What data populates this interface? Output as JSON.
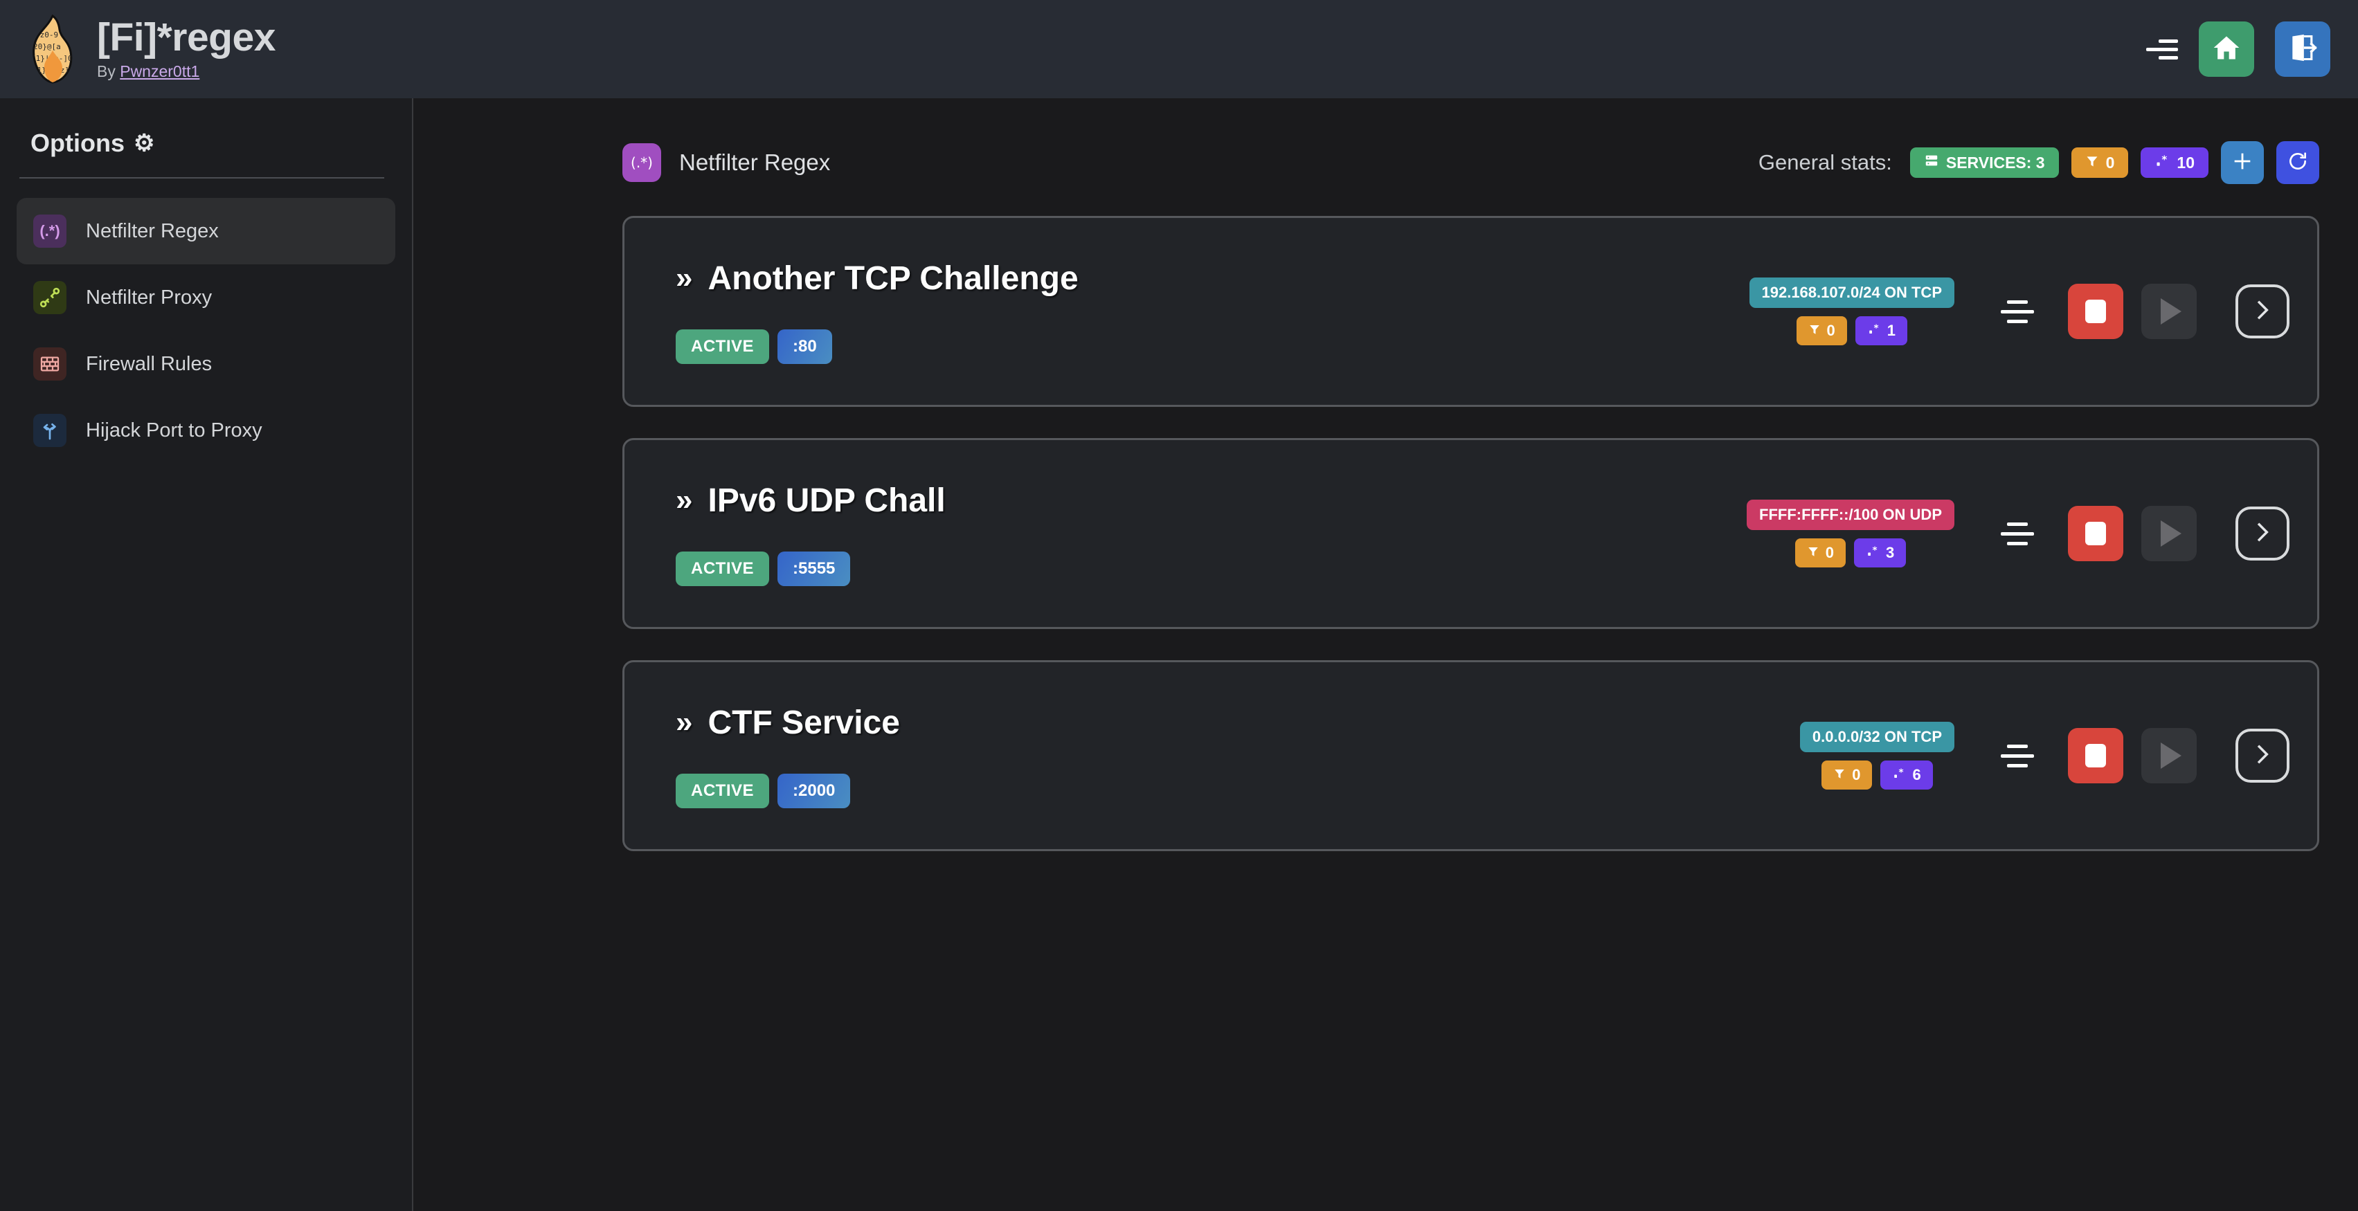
{
  "header": {
    "logo_icon": "flame-regex-logo",
    "title": "[Fi]*regex",
    "by_prefix": "By ",
    "author": "Pwnzer0tt1",
    "menu_icon": "menu-lines-icon",
    "home_icon": "home-icon",
    "logout_icon": "logout-icon",
    "accent_green": "#3e9c6d",
    "accent_blue": "#3574bd"
  },
  "sidebar": {
    "heading": "Options",
    "gear_icon": "⚙",
    "items": [
      {
        "label": "Netfilter Regex",
        "icon": "regex-icon",
        "glyph": "(.*)",
        "icon_bg": "#4b2f5c",
        "icon_fg": "#d49ae8",
        "active": true
      },
      {
        "label": "Netfilter Proxy",
        "icon": "plug-icon",
        "glyph": "",
        "icon_bg": "#2f3a15",
        "icon_fg": "#bede56",
        "active": false
      },
      {
        "label": "Firewall Rules",
        "icon": "brick-wall-icon",
        "glyph": "",
        "icon_bg": "#3f2523",
        "icon_fg": "#efa9a3",
        "active": false
      },
      {
        "label": "Hijack Port to Proxy",
        "icon": "fork-arrows-icon",
        "glyph": "",
        "icon_bg": "#1c2a3d",
        "icon_fg": "#77b3ec",
        "active": false
      }
    ]
  },
  "main": {
    "page_icon": "regex-icon",
    "page_icon_glyph": "(.*)",
    "page_title": "Netfilter Regex",
    "stats": {
      "label": "General stats:",
      "services_badge": {
        "icon": "server-icon",
        "text": "SERVICES: 3",
        "color": "#46a96e"
      },
      "filter_badge": {
        "icon": "filter-icon",
        "text": "0",
        "color": "#e0972e"
      },
      "regex_badge": {
        "icon": "regex-dot-star-icon",
        "text": "10",
        "color": "#6c3ce9"
      },
      "add_button": {
        "icon": "plus-icon",
        "color": "#3b82c4"
      },
      "refresh_button": {
        "icon": "refresh-icon",
        "color": "#3f51e0"
      }
    }
  },
  "services": [
    {
      "chevron": "»",
      "name": "Another TCP Challenge",
      "status": "ACTIVE",
      "port": ":80",
      "network": "192.168.107.0/24 ON TCP",
      "network_color": "teal",
      "filter_count": "0",
      "regex_count": "1",
      "sort_icon": "sort-lines-icon",
      "stop_icon": "stop-icon",
      "play_icon": "play-icon",
      "details_icon": "chevron-right-icon"
    },
    {
      "chevron": "»",
      "name": "IPv6 UDP Chall",
      "status": "ACTIVE",
      "port": ":5555",
      "network": "FFFF:FFFF::/100 ON UDP",
      "network_color": "pink",
      "filter_count": "0",
      "regex_count": "3",
      "sort_icon": "sort-lines-icon",
      "stop_icon": "stop-icon",
      "play_icon": "play-icon",
      "details_icon": "chevron-right-icon"
    },
    {
      "chevron": "»",
      "name": "CTF Service",
      "status": "ACTIVE",
      "port": ":2000",
      "network": "0.0.0.0/32 ON TCP",
      "network_color": "teal",
      "filter_count": "0",
      "regex_count": "6",
      "sort_icon": "sort-lines-icon",
      "stop_icon": "stop-icon",
      "play_icon": "play-icon",
      "details_icon": "chevron-right-icon"
    }
  ]
}
